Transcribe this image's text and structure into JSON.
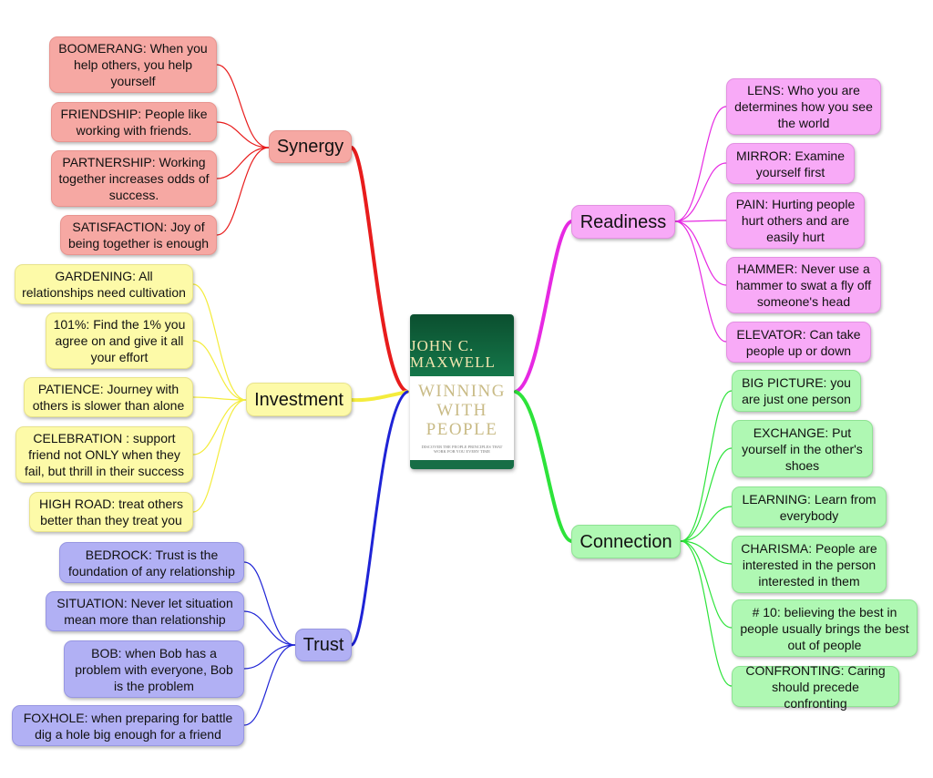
{
  "center": {
    "author": "JOHN C. MAXWELL",
    "title": "WINNING WITH PEOPLE",
    "subtitle": "DISCOVER THE PEOPLE PRINCIPLES THAT WORK FOR YOU EVERY TIME"
  },
  "branches": {
    "synergy": {
      "label": "Synergy",
      "color": "#e81c1c",
      "items": [
        "BOOMERANG: When you\nhelp others, you help\nyourself",
        "FRIENDSHIP: People like\nworking with friends.",
        "PARTNERSHIP: Working\ntogether increases odds of\nsuccess.",
        "SATISFACTION: Joy of\nbeing together is enough"
      ]
    },
    "investment": {
      "label": "Investment",
      "color": "#f4ec3c",
      "items": [
        "GARDENING: All\nrelationships need cultivation",
        "101%: Find the 1% you\nagree on and give it all\nyour effort",
        "PATIENCE: Journey with\nothers is slower than alone",
        "CELEBRATION : support\nfriend not ONLY when they\nfail, but thrill in their success",
        "HIGH ROAD: treat others\nbetter than they treat you"
      ]
    },
    "trust": {
      "label": "Trust",
      "color": "#1e23d6",
      "items": [
        "BEDROCK: Trust is the\nfoundation of any relationship",
        "SITUATION: Never let situation\nmean more than relationship",
        "BOB: when Bob has a\nproblem with everyone, Bob\nis the problem",
        "FOXHOLE: when preparing for battle\ndig a hole big enough for a friend"
      ]
    },
    "readiness": {
      "label": "Readiness",
      "color": "#e629e2",
      "items": [
        "LENS: Who you are\ndetermines how you see\nthe world",
        "MIRROR: Examine\nyourself first",
        "PAIN: Hurting people\nhurt others and are\neasily hurt",
        "HAMMER: Never use a\nhammer to swat a fly off\nsomeone's head",
        "ELEVATOR: Can take\npeople up or down"
      ]
    },
    "connection": {
      "label": "Connection",
      "color": "#2de33a",
      "items": [
        "BIG PICTURE: you\nare just one person",
        "EXCHANGE: Put\nyourself in the other's\nshoes",
        "LEARNING: Learn from\neverybody",
        "CHARISMA: People are\ninterested in the person\ninterested in them",
        "# 10: believing the best in\npeople usually brings the best\nout of people",
        "CONFRONTING: Caring\nshould precede confronting"
      ]
    }
  }
}
